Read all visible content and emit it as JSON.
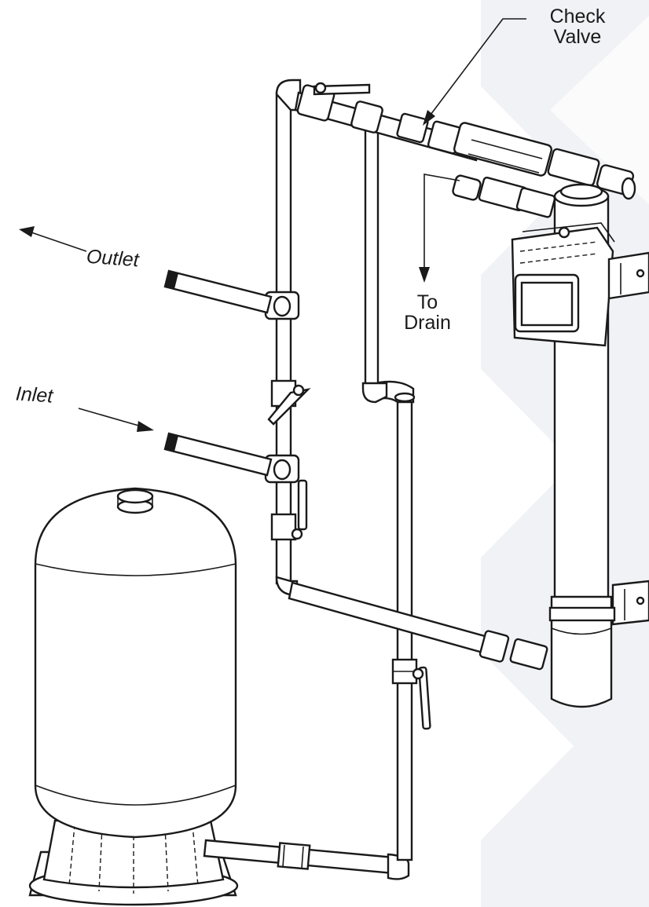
{
  "diagram": {
    "labels": {
      "check_valve_line1": "Check",
      "check_valve_line2": "Valve",
      "outlet": "Outlet",
      "inlet": "Inlet",
      "to_drain_line1": "To",
      "to_drain_line2": "Drain"
    },
    "colors": {
      "line": "#1a1a1a",
      "background": "#ffffff",
      "wall_band": "#f1f2f6",
      "wall_chevron": "#ffffff"
    }
  }
}
